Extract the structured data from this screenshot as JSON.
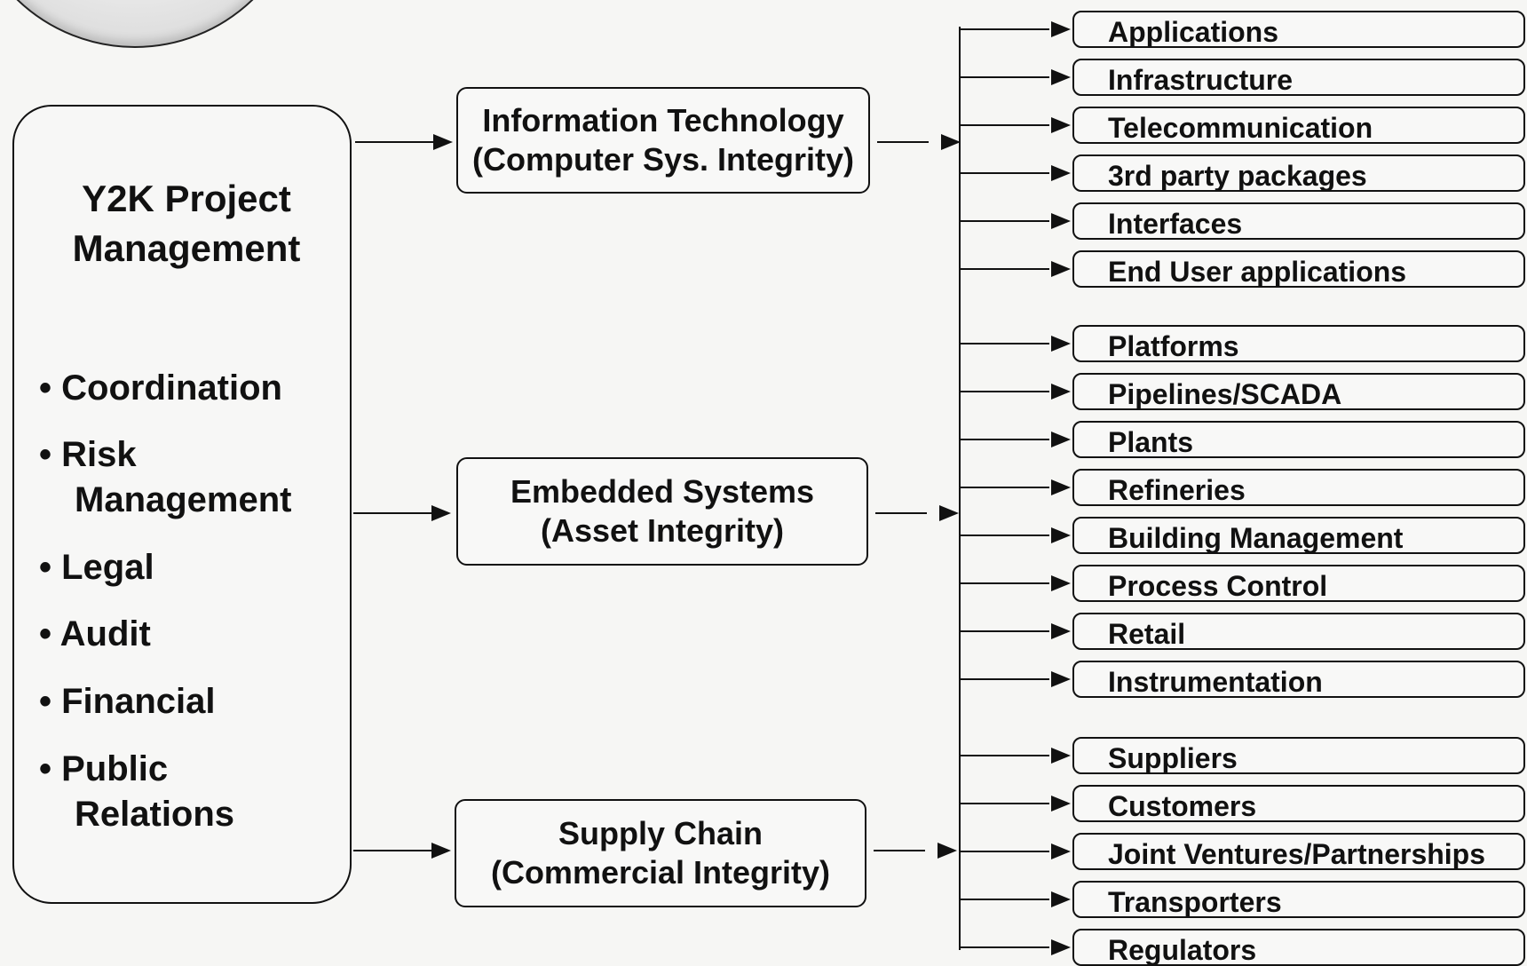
{
  "project": {
    "title_line1": "Y2K Project",
    "title_line2": "Management",
    "items": [
      "• Coordination",
      "• Risk",
      "Management",
      "• Legal",
      "• Audit",
      "• Financial",
      "• Public",
      "Relations"
    ]
  },
  "categories": [
    {
      "line1": "Information Technology",
      "line2": "(Computer Sys. Integrity)"
    },
    {
      "line1": "Embedded Systems",
      "line2": "(Asset Integrity)"
    },
    {
      "line1": "Supply Chain",
      "line2": "(Commercial  Integrity)"
    }
  ],
  "leaves": {
    "it": [
      "Applications",
      "Infrastructure",
      "Telecommunication",
      "3rd party packages",
      "Interfaces",
      "End User applications"
    ],
    "embedded": [
      "Platforms",
      "Pipelines/SCADA",
      "Plants",
      "Refineries",
      "Building Management",
      "Process Control",
      "Retail",
      "Instrumentation"
    ],
    "supply": [
      "Suppliers",
      "Customers",
      "Joint Ventures/Partnerships",
      "Transporters",
      "Regulators"
    ]
  }
}
